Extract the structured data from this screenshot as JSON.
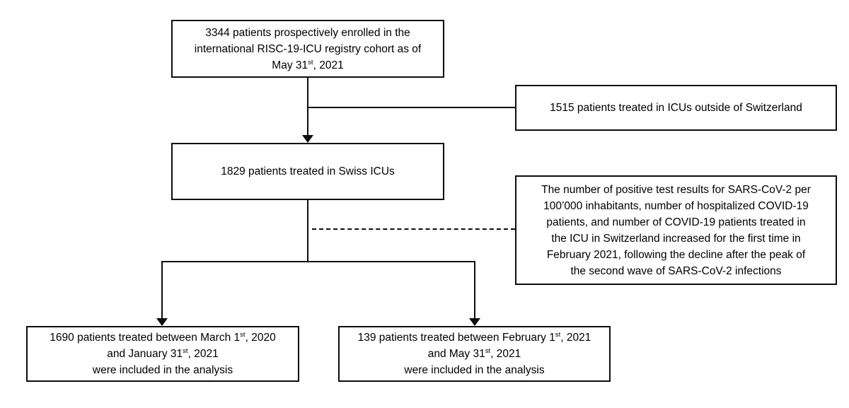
{
  "figure": {
    "kind": "patient-flow-diagram",
    "line_color": "#0d0d0d",
    "background_color": "#ffffff"
  },
  "boxes": {
    "enrolled": {
      "line1": "3344 patients prospectively enrolled in the",
      "line2": "international RISC-19-ICU registry cohort as of",
      "line3_pre": "May 31",
      "line3_sup": "st",
      "line3_post": ", 2021"
    },
    "outside": {
      "text": "1515 patients treated in ICUs outside of Switzerland"
    },
    "swiss": {
      "text": "1829 patients treated in Swiss ICUs"
    },
    "context": {
      "line1": "The number of positive test results for SARS-CoV-2 per",
      "line2": "100’000 inhabitants, number of hospitalized COVID-19",
      "line3": "patients, and number of COVID-19 patients treated in",
      "line4": "the ICU in Switzerland increased for the first time in",
      "line5": "February 2021, following the decline after the peak of",
      "line6": "the second wave of SARS-CoV-2 infections"
    },
    "included_first_period": {
      "line1_pre": "1690 patients treated between March 1",
      "line1_sup": "st",
      "line1_post": ", 2020",
      "line2_pre": "and January 31",
      "line2_sup": "st",
      "line2_post": ", 2021",
      "line3": "were included in the analysis"
    },
    "included_second_period": {
      "line1_pre": "139 patients treated between February 1",
      "line1_sup": "st",
      "line1_post": ", 2021",
      "line2_pre": "and May 31",
      "line2_sup": "st",
      "line2_post": ", 2021",
      "line3": "were included in the analysis"
    }
  }
}
